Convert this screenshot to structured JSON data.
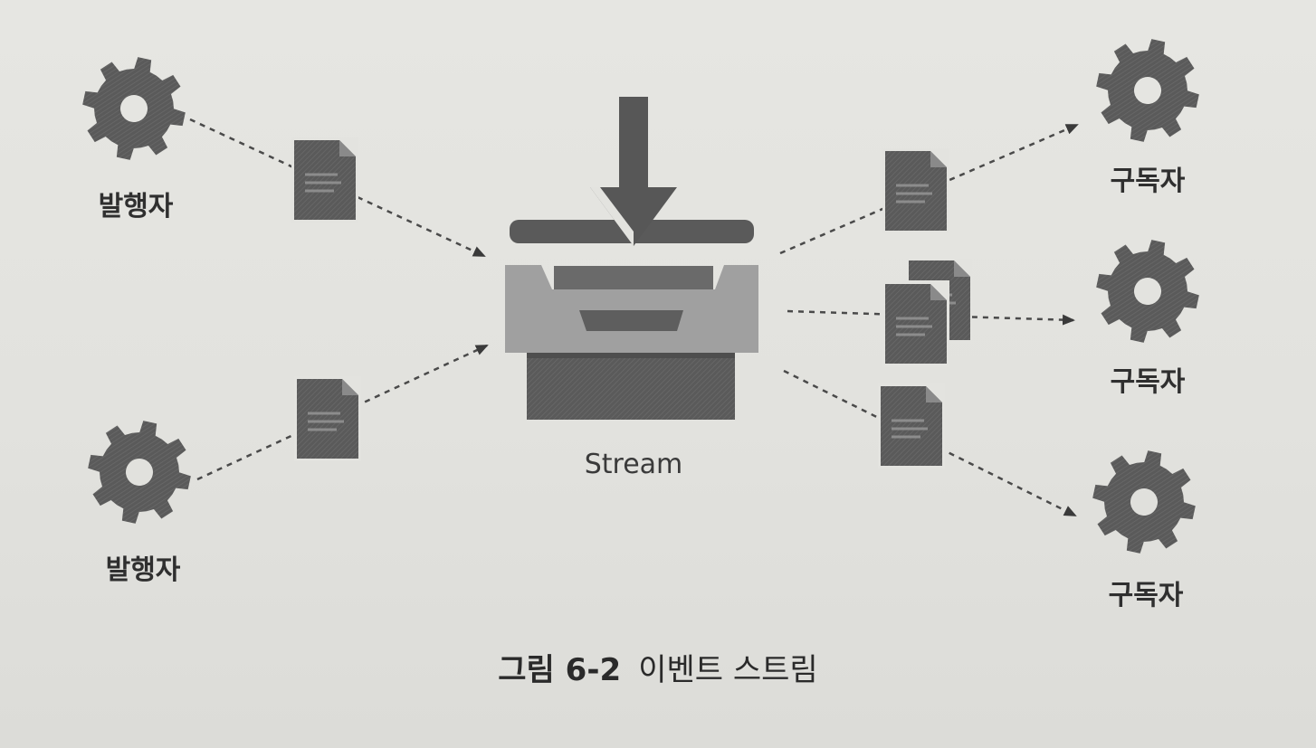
{
  "publishers": [
    {
      "label": "발행자",
      "icon": "gear-icon"
    },
    {
      "label": "발행자",
      "icon": "gear-icon"
    }
  ],
  "stream": {
    "label": "Stream",
    "icon": "inbox-tray-icon"
  },
  "subscribers": [
    {
      "label": "구독자",
      "icon": "gear-icon"
    },
    {
      "label": "구독자",
      "icon": "gear-icon"
    },
    {
      "label": "구독자",
      "icon": "gear-icon"
    }
  ],
  "caption": {
    "number": "그림 6-2",
    "title": "이벤트 스트림"
  },
  "colors": {
    "background": "#e3e3df",
    "icon_dark": "#555555",
    "document": "#6a6a6a",
    "tray_light": "#9a9a9a",
    "tray_dark": "#585858"
  }
}
